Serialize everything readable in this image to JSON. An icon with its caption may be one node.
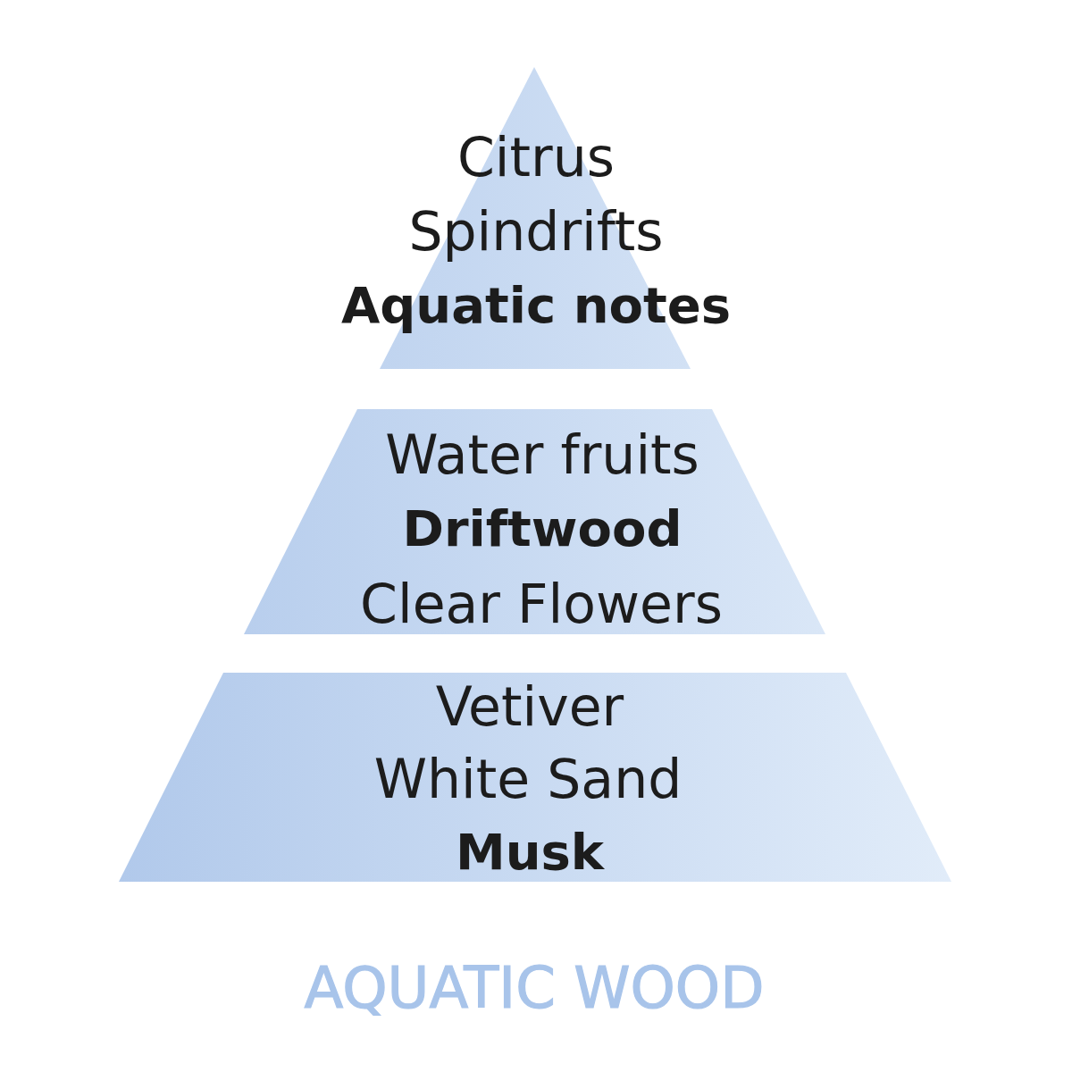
{
  "diagram": {
    "title": "AQUATIC WOOD",
    "nodes": [
      {
        "text": [
          "Citrus",
          "Spindrifts",
          "Aquatic notes"
        ]
      },
      {
        "text": [
          "Water fruits",
          "Driftwood",
          "Clear Flowers"
        ]
      },
      {
        "text": [
          "Vetiver",
          "White Sand",
          "Musk"
        ]
      }
    ]
  }
}
